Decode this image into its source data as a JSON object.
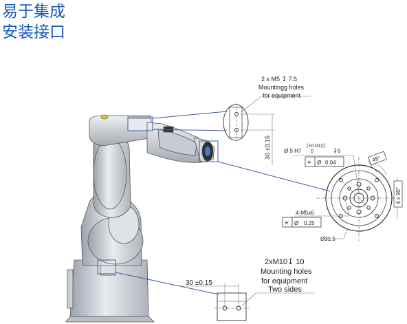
{
  "title": {
    "line1": "易于集成",
    "line2": "安装接口"
  },
  "callouts": {
    "top": {
      "spec": "2 x  M5 ↧ 7.5",
      "line2": "Mountingg holes",
      "line3": "for equipment"
    },
    "bottom": {
      "spec": "2xM10↧ 10",
      "line2": "Mounting holes",
      "line3": "for equipment",
      "line4": "Two sides"
    }
  },
  "dims": {
    "vertical": "30 ±0.15",
    "horizontal": "30 ±0.15",
    "bore": "Ø 5 H7",
    "tol_plus": "(+0.012)",
    "tol_zero": "0",
    "depth": "↧6",
    "fcf1_value": "0.04",
    "thread": "4-M5x6",
    "fcf2_value": "0.25",
    "pcd": "Ø31.5",
    "angle": "45°",
    "spacing": "4 x 90°"
  },
  "symbols": {
    "position": "⌖",
    "diameter": "Ø"
  },
  "colors": {
    "title": "#1a57b8",
    "leader": "#3b5aa8",
    "robot": "#cdd2d8"
  }
}
